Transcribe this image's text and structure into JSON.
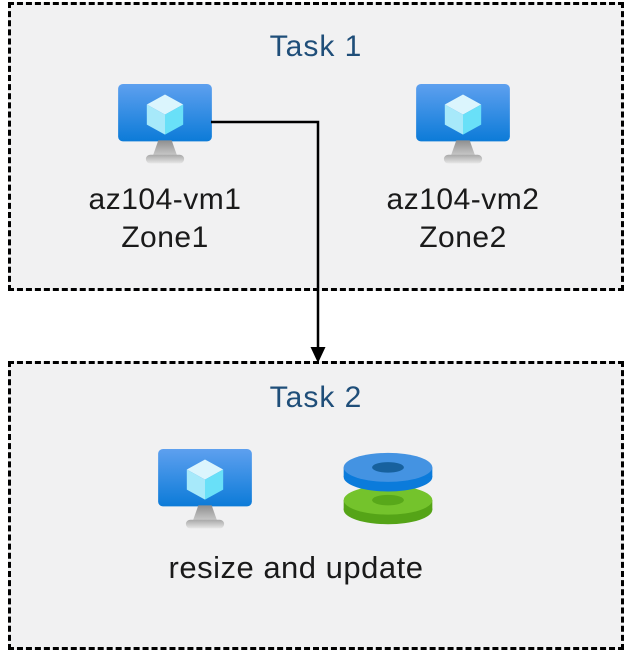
{
  "diagram": {
    "task1": {
      "title": "Task 1",
      "nodes": [
        {
          "icon": "azure-virtual-machine",
          "lines": [
            "az104-vm1",
            "Zone1"
          ]
        },
        {
          "icon": "azure-virtual-machine",
          "lines": [
            "az104-vm2",
            "Zone2"
          ]
        }
      ]
    },
    "task2": {
      "title": "Task 2",
      "icons": [
        "azure-virtual-machine",
        "azure-managed-disks"
      ],
      "caption": "resize and update"
    },
    "colors": {
      "task_title": "#1f4e79",
      "box_fill": "#f1f1f2",
      "box_border": "#000000",
      "label_text": "#1a1a1a",
      "arrow": "#000000",
      "vm_screen_top": "#5ea0ef",
      "vm_screen_bottom": "#0c7bd8",
      "cube_top": "#dbf5fd",
      "cube_left": "#a7e9fa",
      "cube_right": "#69e0f8",
      "disk_blue_top": "#4493e2",
      "disk_blue_side": "#0b7bdb",
      "disk_blue_hole": "#17619e",
      "disk_green_top": "#74c32c",
      "disk_green_side": "#55a417",
      "disk_green_hole": "#58a81a"
    }
  }
}
